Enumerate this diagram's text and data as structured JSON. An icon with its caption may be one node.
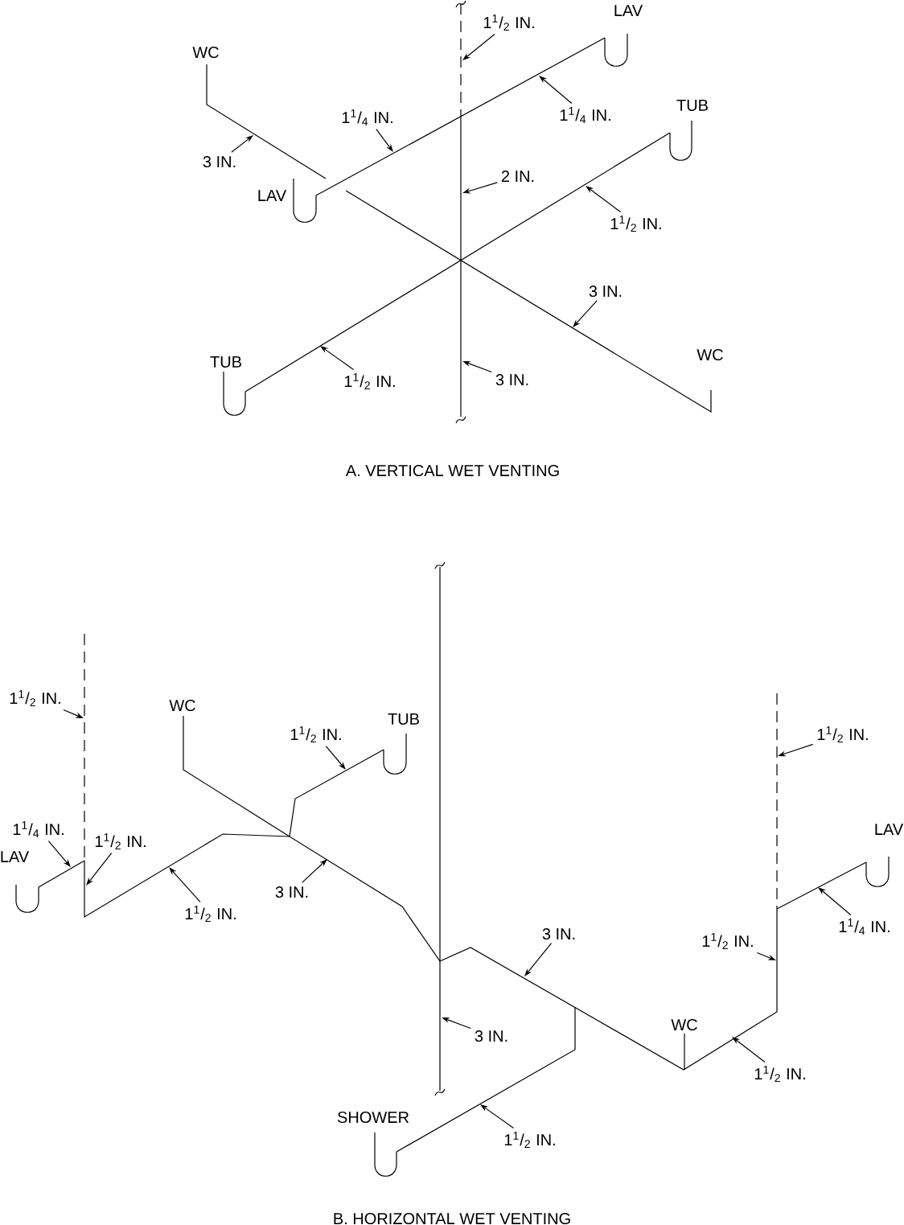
{
  "diagram": {
    "nodes": [
      {
        "text": [
          "1$^{1}$/$_{2}$ IN."
        ]
      },
      {
        "text": [
          "1$^{1}$/$_{4}$ IN."
        ]
      },
      {
        "text": [
          "1$^{1}$/$_{4}$ IN."
        ]
      },
      {
        "text": [
          "3 IN."
        ]
      },
      {
        "text": [
          "2 IN."
        ]
      },
      {
        "text": [
          "1$^{1}$/$_{2}$ IN."
        ]
      },
      {
        "text": [
          "3 IN."
        ]
      },
      {
        "text": [
          "1$^{1}$/$_{2}$ IN."
        ]
      },
      {
        "text": [
          "3 IN."
        ]
      },
      {
        "text": [
          "1$^{1}$/$_{2}$ IN."
        ]
      },
      {
        "text": [
          "1$^{1}$/$_{2}$ IN."
        ]
      },
      {
        "text": [
          "1$^{1}$/$_{2}$ IN."
        ]
      },
      {
        "text": [
          "1$^{1}$/$_{4}$ IN."
        ]
      },
      {
        "text": [
          "1$^{1}$/$_{2}$ IN."
        ]
      },
      {
        "text": [
          "1$^{1}$/$_{2}$ IN."
        ]
      },
      {
        "text": [
          "3 IN."
        ]
      },
      {
        "text": [
          "3 IN."
        ]
      },
      {
        "text": [
          "1$^{1}$/$_{4}$ IN."
        ]
      },
      {
        "text": [
          "1$^{1}$/$_{2}$ IN."
        ]
      },
      {
        "text": [
          "3 IN."
        ]
      },
      {
        "text": [
          "1$^{1}$/$_{2}$ IN."
        ]
      },
      {
        "text": [
          "1$^{1}$/$_{2}$ IN."
        ]
      }
    ],
    "edges": [
      {
        "from": 0,
        "to": null,
        "arrow": "to"
      },
      {
        "from": 1,
        "to": null,
        "arrow": "to"
      },
      {
        "from": 2,
        "to": null,
        "arrow": "to"
      },
      {
        "from": 3,
        "to": null,
        "arrow": "to"
      },
      {
        "from": 4,
        "to": null,
        "arrow": "to"
      },
      {
        "from": 5,
        "to": null,
        "arrow": "to"
      },
      {
        "from": 6,
        "to": null,
        "arrow": "to"
      },
      {
        "from": 7,
        "to": null,
        "arrow": "to"
      },
      {
        "from": 8,
        "to": null,
        "arrow": "to"
      },
      {
        "from": 9,
        "to": null,
        "arrow": "to"
      },
      {
        "from": 10,
        "to": null,
        "arrow": "to"
      },
      {
        "from": 11,
        "to": null,
        "arrow": "to"
      },
      {
        "from": 12,
        "to": null,
        "arrow": "to"
      },
      {
        "from": 13,
        "to": null,
        "arrow": "to"
      },
      {
        "from": 14,
        "to": null,
        "arrow": "to"
      },
      {
        "from": 15,
        "to": null,
        "arrow": "to"
      },
      {
        "from": 16,
        "to": null,
        "arrow": "to"
      },
      {
        "from": 17,
        "to": null,
        "arrow": "to"
      },
      {
        "from": 18,
        "to": null,
        "arrow": "to"
      },
      {
        "from": 19,
        "to": null,
        "arrow": "to"
      },
      {
        "from": 20,
        "to": null,
        "arrow": "to"
      },
      {
        "from": 21,
        "to": null,
        "arrow": "to"
      }
    ],
    "labels": [
      "LAV",
      "WC",
      "TUB",
      "LAV",
      "WC",
      "TUB",
      "A. VERTICAL WET VENTING",
      "WC",
      "TUB",
      "LAV",
      "LAV",
      "WC",
      "SHOWER",
      "B. HORIZONTAL WET VENTING"
    ]
  }
}
